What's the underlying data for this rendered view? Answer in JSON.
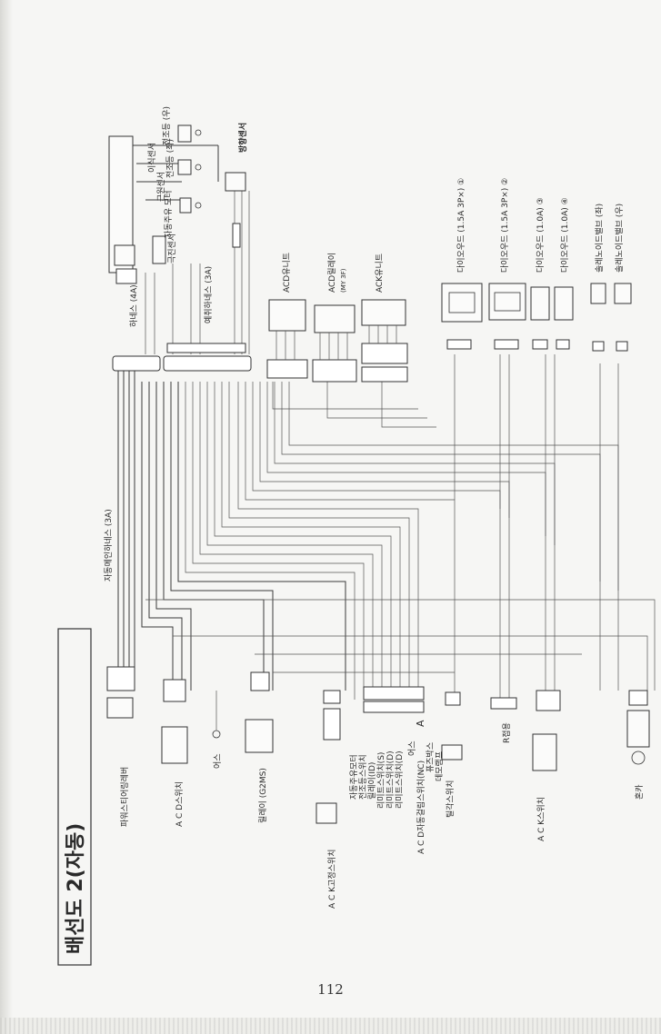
{
  "page": {
    "number": "112"
  },
  "title": "배선도 2(자동)",
  "wiring_labels": {
    "main_harness": "자동메인하네스 (3A)",
    "sub_harness": "하네스 (4A)",
    "spare_harness": "예취하네스 (3A)",
    "direction_sensor": "방향센서",
    "left_sensor": "근원센서",
    "left_motor": "자동주유\n모터",
    "feed_left": "이식센서",
    "feed_right": "전조등\n(우)",
    "feed_left2": "전조등\n(좌)",
    "limit_sensor": "극진센서",
    "acd_unit": "ACD유니트",
    "acd_relay": "ACD릴레이",
    "acd_relay_model": "(MY 3F)",
    "ack_unit": "ACK유니트",
    "diode1": "다이오우드 (1.5A 3P×) ①",
    "diode2": "다이오우드 (1.5A 3P×) ②",
    "diode3": "다이오우드 (1.0A) ③",
    "diode4": "다이오우드 (1.0A) ④",
    "solenoid_left": "솔레노이드밸브 (좌)",
    "solenoid_right": "솔레노이드밸브 (우)",
    "power_switch": "파워스티어링레버",
    "acd_switch": "A C D스위치",
    "earth": "어스",
    "relay": "릴레이 (G2MS)",
    "ack_fix_switch": "A C K고정스위치",
    "list_a1": "자동주유모터",
    "list_a2": "전조등스위치",
    "list_a3": "릴레이(ID)",
    "list_a4": "리미트스위치(S)",
    "list_a5": "리미트스위치(D)",
    "list_a6": "리미트스위치(D)",
    "list_a7": "어스",
    "list_a8": "A C D자동걸림스위치(NC)",
    "list_a9": "퓨즈박스",
    "list_a10": "데모램프",
    "tilt_switch": "틸각스위치",
    "r_earth": "R접용",
    "ack_switch": "A C K스위치",
    "horn": "혼카",
    "marker_a": "A"
  },
  "colors": {
    "paper": "#f6f6f4",
    "ink": "#2a2a2a"
  }
}
